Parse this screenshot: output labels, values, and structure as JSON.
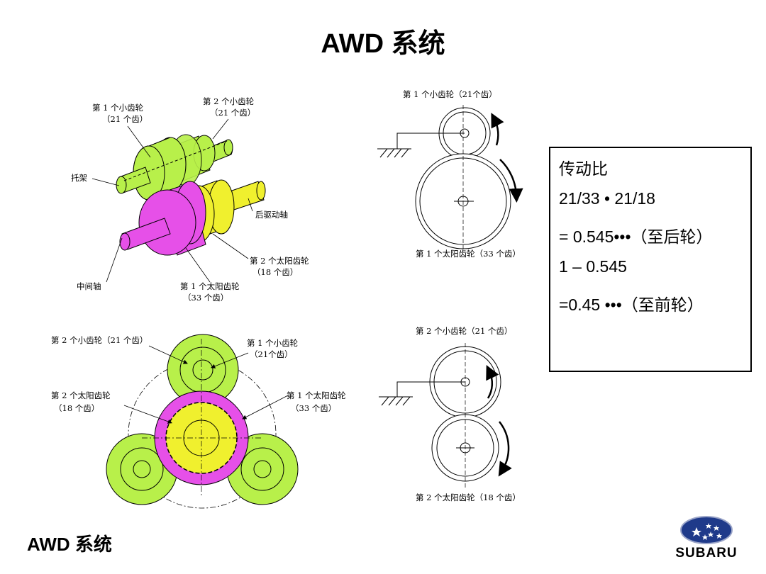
{
  "title": "AWD 系统",
  "footer_title": "AWD 系统",
  "brand": "SUBARU",
  "iso_labels": {
    "pinion1": [
      "第 1 个小齿轮",
      "（21 个齿）"
    ],
    "pinion2": [
      "第 2 个小齿轮",
      "（21 个齿）"
    ],
    "carrier": "托架",
    "rear_shaft": "后驱动轴",
    "sun2": [
      "第 2 个太阳齿轮",
      "（18 个齿）"
    ],
    "center_shaft": "中间轴",
    "sun1": [
      "第 1 个太阳齿轮",
      "（33 个齿）"
    ]
  },
  "front_labels": {
    "pinion2": "第 2 个小齿轮（21 个齿）",
    "pinion1": [
      "第 1 个小齿轮",
      "（21个齿）"
    ],
    "sun2": [
      "第 2 个太阳齿轮",
      "（18 个齿）"
    ],
    "sun1": [
      "第 1 个太阳齿轮",
      "（33 个齿）"
    ]
  },
  "schematic1_labels": {
    "top": "第 1 个小齿轮（21个齿）",
    "bottom": "第 1 个太阳齿轮（33 个齿）"
  },
  "schematic2_labels": {
    "top": "第 2 个小齿轮（21 个齿）",
    "bottom": "第 2 个太阳齿轮（18 个齿）"
  },
  "ratio": {
    "heading": "传动比",
    "line1": "21/33 • 21/18",
    "line2": "= 0.545•••（至后轮）",
    "line3": "1 – 0.545",
    "line4": "=0.45 •••（至前轮）"
  },
  "colors": {
    "pinion": "#b8f04a",
    "sun1": "#e650e8",
    "sun2": "#f0f02e"
  }
}
